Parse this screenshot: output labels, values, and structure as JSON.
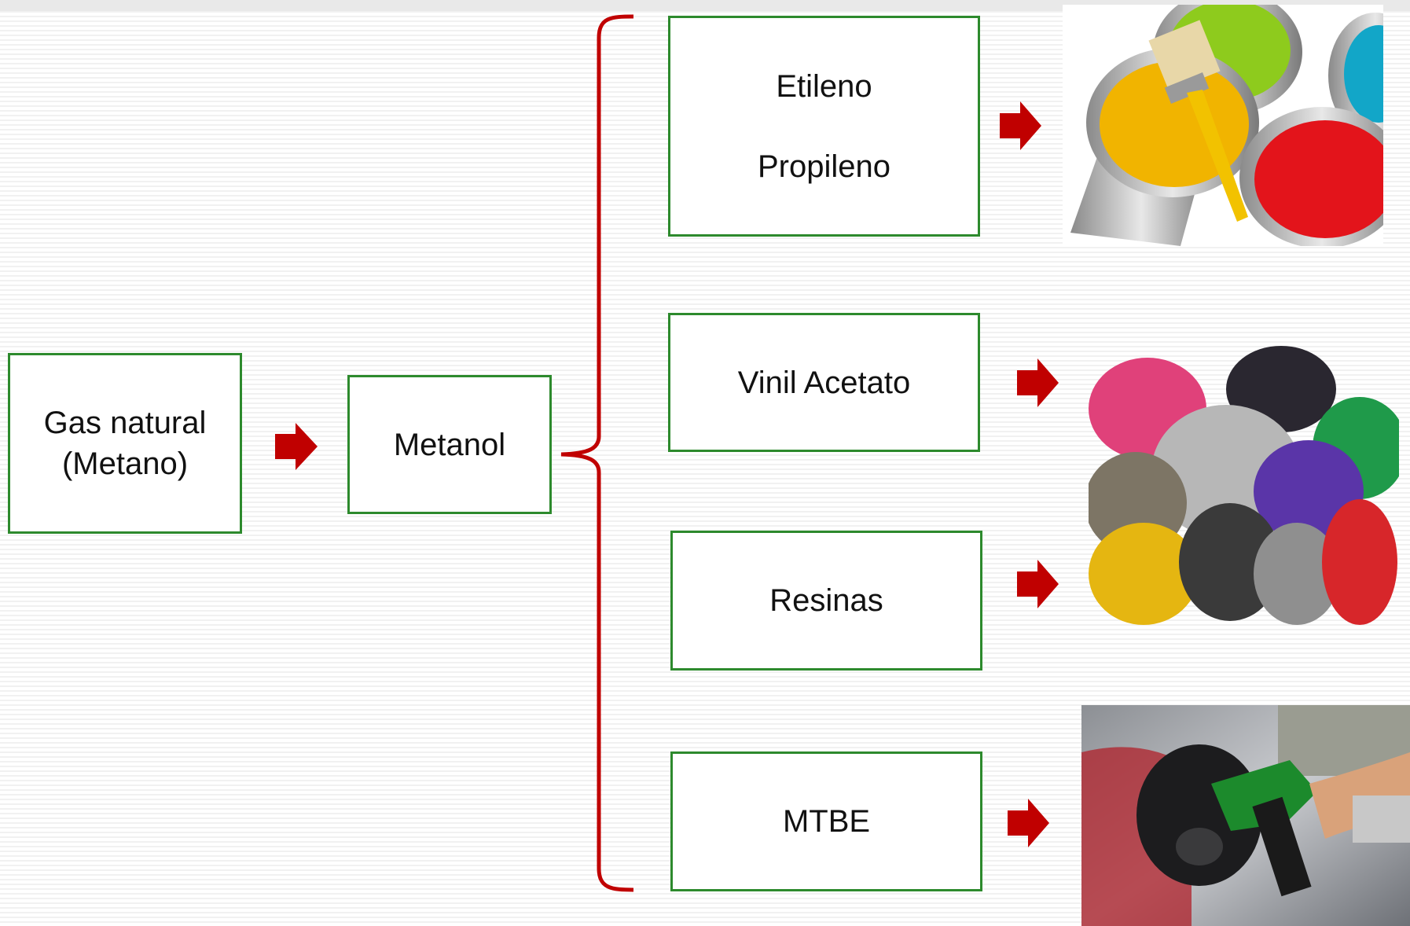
{
  "nodes": {
    "source": {
      "line1": "Gas natural",
      "line2": "(Metano)"
    },
    "metanol": "Metanol",
    "etileno_propileno": {
      "line1": "Etileno",
      "line2": "Propileno"
    },
    "vinil_acetato": "Vinil Acetato",
    "resinas": "Resinas",
    "mtbe": "MTBE"
  },
  "colors": {
    "box_border": "#2d8a2d",
    "arrow": "#c00000",
    "bracket": "#c00000"
  },
  "images": [
    "paint-cans-photo",
    "plastic-pellets-photo",
    "fuel-pump-photo"
  ]
}
